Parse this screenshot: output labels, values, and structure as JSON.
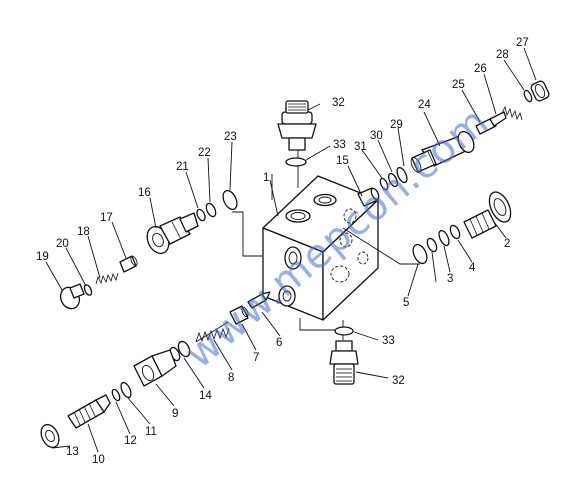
{
  "callouts": [
    {
      "id": "1",
      "text": "1"
    },
    {
      "id": "2",
      "text": "2"
    },
    {
      "id": "3",
      "text": "3"
    },
    {
      "id": "4",
      "text": "4"
    },
    {
      "id": "5",
      "text": "5"
    },
    {
      "id": "6",
      "text": "6"
    },
    {
      "id": "7",
      "text": "7"
    },
    {
      "id": "8",
      "text": "8"
    },
    {
      "id": "9",
      "text": "9"
    },
    {
      "id": "10",
      "text": "10"
    },
    {
      "id": "11",
      "text": "11"
    },
    {
      "id": "12",
      "text": "12"
    },
    {
      "id": "13",
      "text": "13"
    },
    {
      "id": "14",
      "text": "14"
    },
    {
      "id": "15",
      "text": "15"
    },
    {
      "id": "16",
      "text": "16"
    },
    {
      "id": "17",
      "text": "17"
    },
    {
      "id": "18",
      "text": "18"
    },
    {
      "id": "19",
      "text": "19"
    },
    {
      "id": "20",
      "text": "20"
    },
    {
      "id": "21",
      "text": "21"
    },
    {
      "id": "22",
      "text": "22"
    },
    {
      "id": "23",
      "text": "23"
    },
    {
      "id": "24",
      "text": "24"
    },
    {
      "id": "25",
      "text": "25"
    },
    {
      "id": "26",
      "text": "26"
    },
    {
      "id": "27",
      "text": "27"
    },
    {
      "id": "28",
      "text": "28"
    },
    {
      "id": "29",
      "text": "29"
    },
    {
      "id": "30",
      "text": "30"
    },
    {
      "id": "31",
      "text": "31"
    },
    {
      "id": "32a",
      "text": "32"
    },
    {
      "id": "32b",
      "text": "32"
    },
    {
      "id": "33a",
      "text": "33"
    },
    {
      "id": "33b",
      "text": "33"
    }
  ],
  "watermark": "www.mepcon.com",
  "colors": {
    "ink": "#111111",
    "watermark": "#3c6edc",
    "background": "#ffffff"
  }
}
